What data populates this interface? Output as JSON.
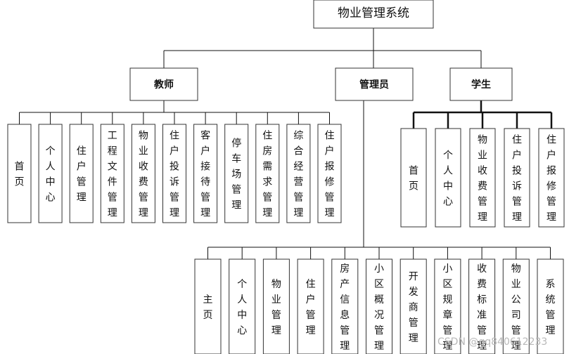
{
  "root": {
    "label": "物业管理系统"
  },
  "roles": {
    "teacher": {
      "label": "教师",
      "items": [
        "首页",
        "个人中心",
        "住户管理",
        "工程文件管理",
        "物业收费管理",
        "住户投诉管理",
        "客户接待管理",
        "停车场管理",
        "住房需求管理",
        "综合经营管理",
        "住户报修管理"
      ]
    },
    "admin": {
      "label": "管理员",
      "items": [
        "主页",
        "个人中心",
        "物业管理",
        "住户管理",
        "房产信息管理",
        "小区概况管理",
        "开发商管理",
        "小区规章管理",
        "收费标准管理",
        "物业公司管理",
        "系统管理"
      ]
    },
    "student": {
      "label": "学生",
      "items": [
        "首页",
        "个人中心",
        "物业收费管理",
        "住户投诉管理",
        "住户报修管理"
      ]
    }
  },
  "watermark": "CSDN @qq840612233"
}
